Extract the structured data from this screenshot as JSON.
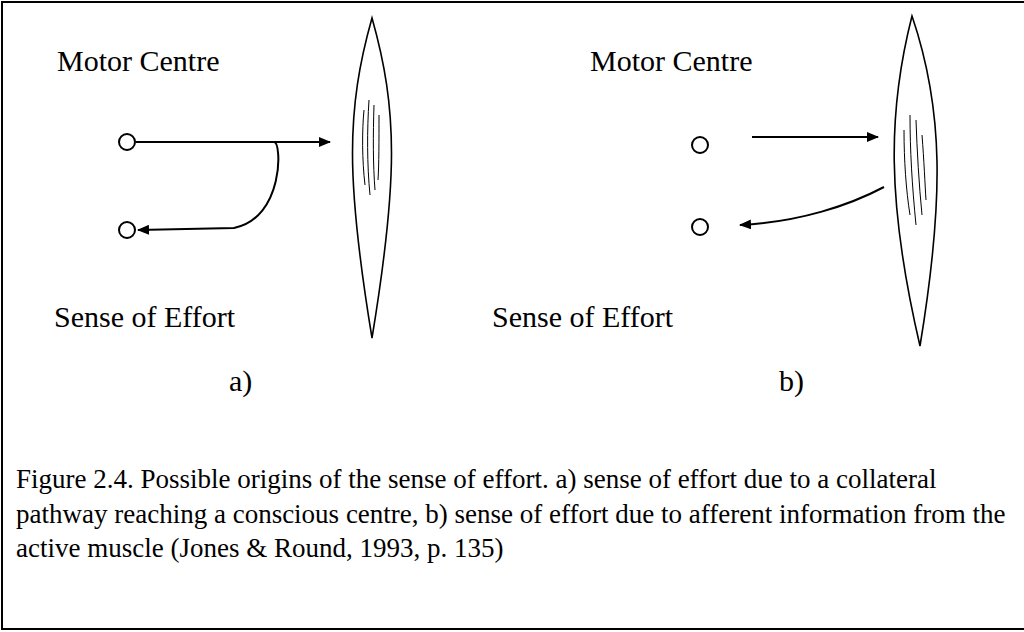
{
  "diagram": {
    "caption": "Figure 2.4. Possible origins of the sense of effort. a) sense of effort due to a collateral pathway reaching a conscious centre, b) sense of effort due to afferent information from the active muscle (Jones & Round, 1993, p. 135)",
    "nodes": [
      {
        "text": [
          "Motor Centre"
        ]
      },
      {
        "text": [
          "Sense of Effort"
        ]
      },
      {
        "text": [
          "Motor Centre"
        ]
      },
      {
        "text": [
          "Sense of Effort"
        ]
      }
    ],
    "edges": [
      {
        "from": 0,
        "to": 1,
        "arrow": "to"
      }
    ],
    "labels": [
      "a)",
      "b)"
    ]
  }
}
